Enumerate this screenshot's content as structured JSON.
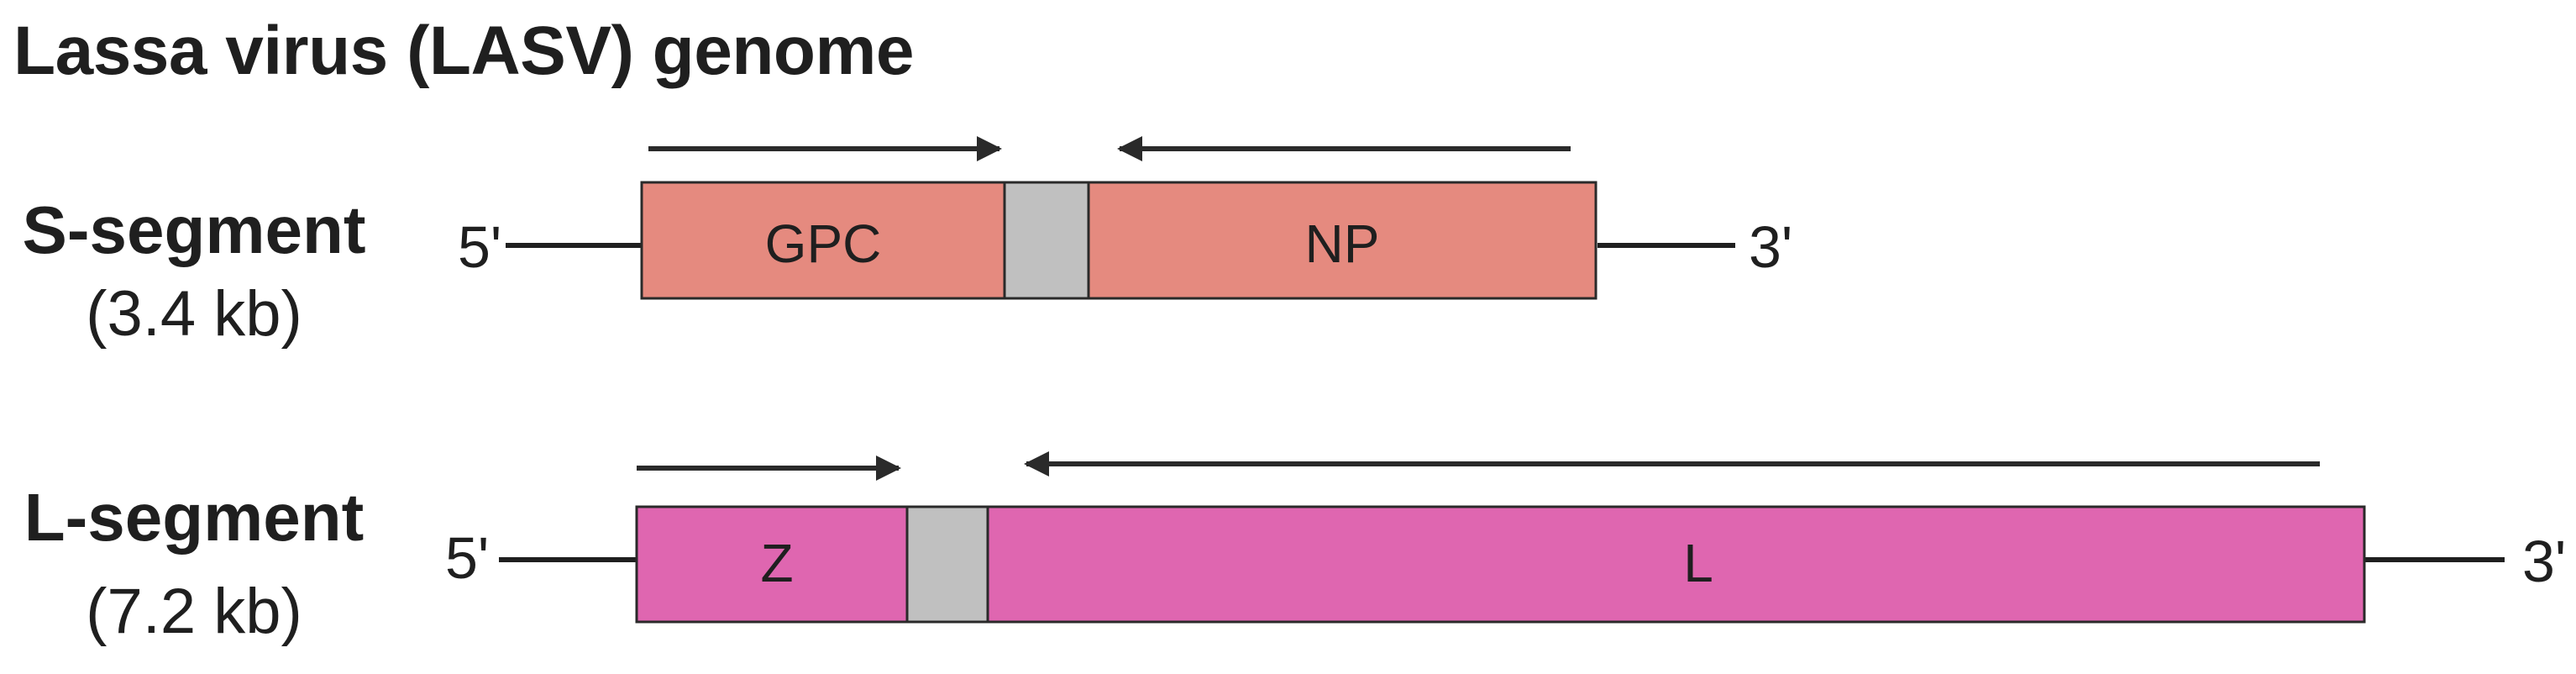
{
  "title": "Lassa virus (LASV) genome",
  "segments": [
    {
      "name": "S-segment",
      "size": "(3.4 kb)",
      "end5": "5'",
      "end3": "3'",
      "genes": [
        {
          "label": "GPC",
          "color": "#e58a7f",
          "direction": "forward"
        },
        {
          "label": "",
          "color": "#c0c0c0",
          "type": "intergenic"
        },
        {
          "label": "NP",
          "color": "#e58a7f",
          "direction": "reverse"
        }
      ]
    },
    {
      "name": "L-segment",
      "size": "(7.2 kb)",
      "end5": "5'",
      "end3": "3'",
      "genes": [
        {
          "label": "Z",
          "color": "#df66b0",
          "direction": "forward"
        },
        {
          "label": "",
          "color": "#c0c0c0",
          "type": "intergenic"
        },
        {
          "label": "L",
          "color": "#df66b0",
          "direction": "reverse"
        }
      ]
    }
  ]
}
